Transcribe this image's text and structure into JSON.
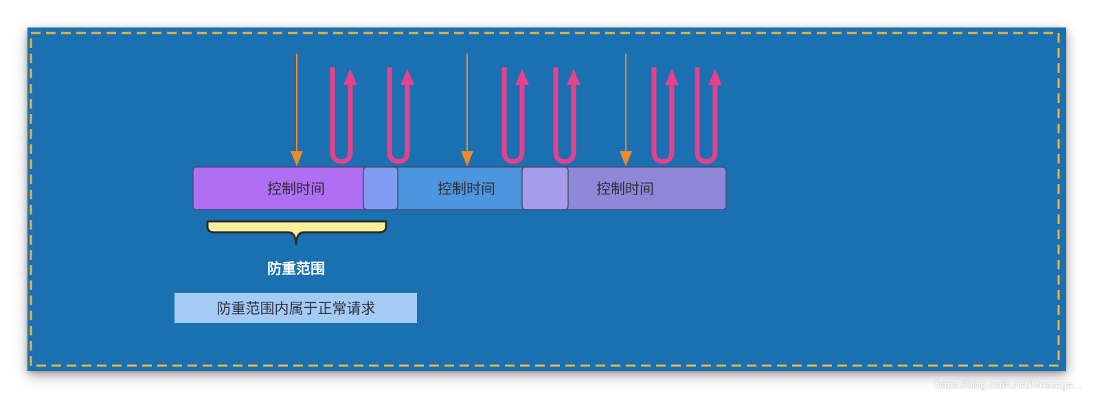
{
  "diagram": {
    "colors": {
      "background": "#1b70b2",
      "dashed_border": "#f0b43c",
      "request_arrow": "#ec8a2c",
      "repeat_request": "#e8418c",
      "segment_1": "#b06ef3",
      "segment_2": "#4b96dc",
      "segment_3": "#8e88d8",
      "overlap_1": "#7f9cf0",
      "overlap_2": "#a79ce9",
      "brace_fill": "#f8f09a",
      "note_box": "#a3cbf3"
    },
    "segments": [
      {
        "label": "控制时间"
      },
      {
        "label": "控制时间"
      },
      {
        "label": "控制时间"
      }
    ],
    "brace_label": "防重范围",
    "note_text": "防重范围内属于正常请求",
    "watermark": "https://blog.csdn.net/Message..."
  }
}
